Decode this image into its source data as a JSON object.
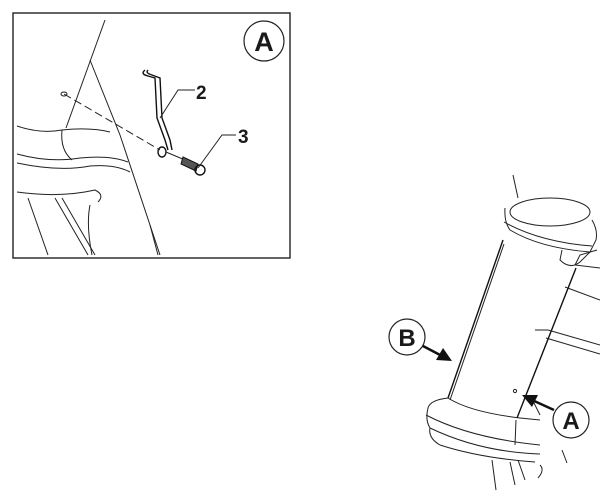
{
  "inset": {
    "view_label": "A",
    "part_labels": [
      "2",
      "3"
    ]
  },
  "main_view": {
    "callouts": [
      "B",
      "A"
    ]
  }
}
